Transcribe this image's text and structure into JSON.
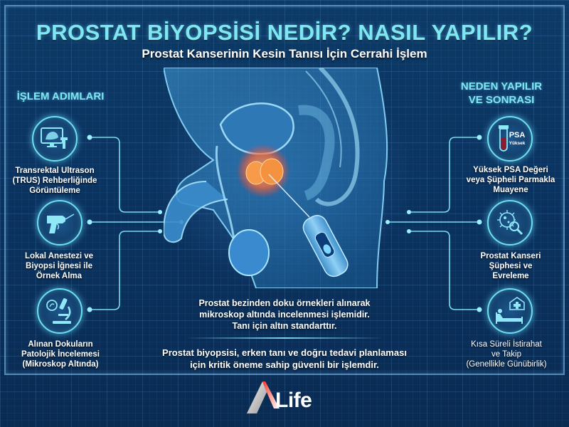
{
  "header": {
    "title": "PROSTAT BİYOPSİSİ NEDİR? NASIL YAPILIR?",
    "subtitle": "Prostat Kanserinin Kesin Tanısı İçin Cerrahi İşlem"
  },
  "left_panel": {
    "heading": "İŞLEM ADIMLARI",
    "items": [
      {
        "icon": "ultrasound-monitor-icon",
        "lines": [
          "Transrektal Ultrason",
          "(TRUS) Rehberliğinde",
          "Görüntüleme"
        ]
      },
      {
        "icon": "biopsy-gun-icon",
        "lines": [
          "Lokal Anestezi ve",
          "Biyopsi İğnesi ile",
          "Örnek Alma"
        ]
      },
      {
        "icon": "microscope-icon",
        "lines": [
          "Alınan Dokuların",
          "Patolojik İncelemesi",
          "(Mikroskop Altında)"
        ]
      }
    ]
  },
  "right_panel": {
    "heading_lines": [
      "NEDEN YAPILIR",
      "VE SONRASI"
    ],
    "items": [
      {
        "icon": "blood-tube-icon",
        "badge_main": "PSA",
        "badge_sub": "Yüksek",
        "lines": [
          "Yüksek PSA Değeri",
          "veya Şüpheli Parmakla",
          "Muayene"
        ]
      },
      {
        "icon": "cancer-cell-magnifier-icon",
        "lines": [
          "Prostat Kanseri",
          "Şüphesi ve",
          "Evreleme"
        ]
      },
      {
        "icon": "patient-bed-hospital-icon",
        "lines": [
          "Kısa Süreli İstirahat",
          "ve Takip",
          "(Genellikle Günübirlik)"
        ]
      }
    ]
  },
  "center": {
    "illustration": "prostate-biopsy-anatomy-illustration",
    "description_lines": [
      "Prostat bezinden doku örnekleri alınarak",
      "mikroskop altında incelenmesi işlemidir.",
      "Tanı için altın standarttır."
    ],
    "summary_lines": [
      "Prostat biyopsisi, erken tanı ve doğru tedavi planlaması",
      "için kritik öneme sahip güvenli bir işlemdir."
    ]
  },
  "footer": {
    "logo_text": "Life"
  },
  "colors": {
    "background": "#0b3360",
    "accent_cyan": "#7fe6f4",
    "glow_line": "#6fe0f0",
    "prostate_glow": "#ff7a3a",
    "logo_red": "#e8403a"
  }
}
